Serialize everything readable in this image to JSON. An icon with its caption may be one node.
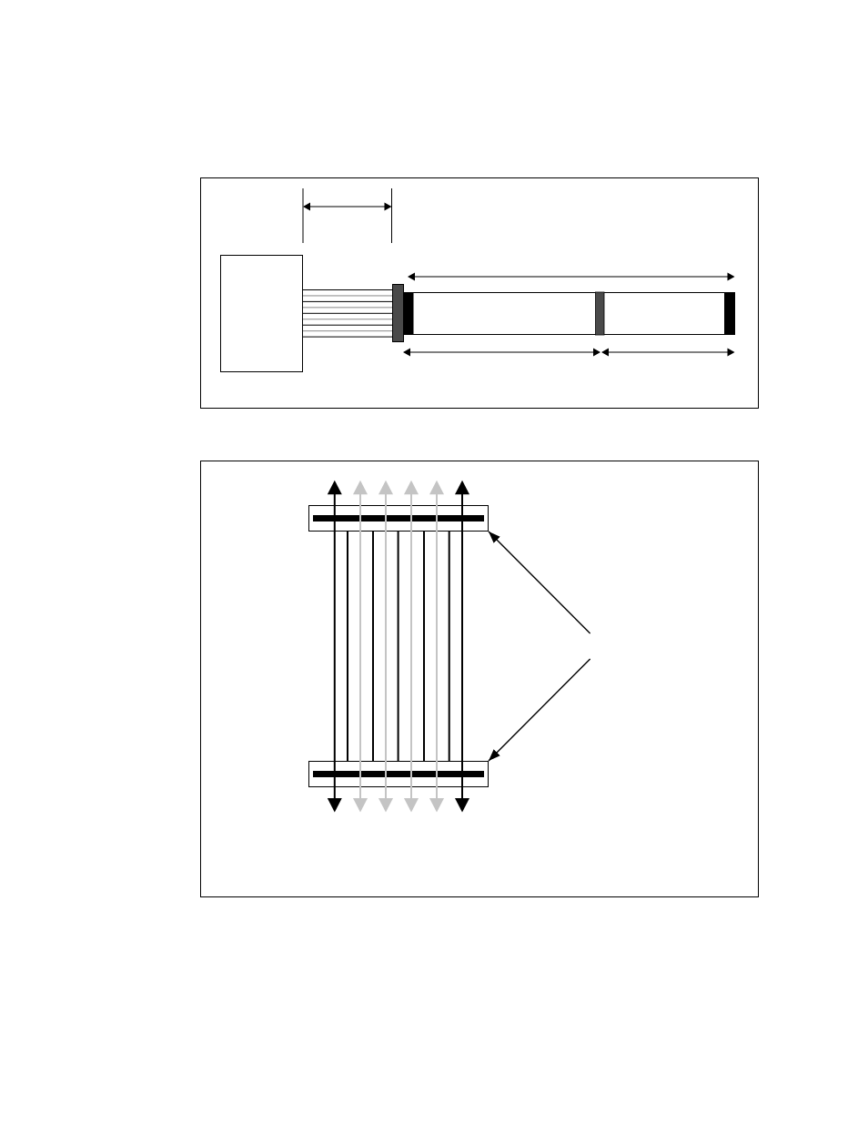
{
  "diagram": {
    "nodes": [
      {
        "text": [],
        "shape": "box"
      },
      {
        "text": [],
        "shape": "box",
        "in": 0
      },
      {
        "text": [],
        "shape": "bar",
        "in": 0
      },
      {
        "text": [],
        "shape": "box"
      },
      {
        "text": [],
        "shape": "box",
        "in": 3
      },
      {
        "text": [],
        "shape": "box",
        "in": 3
      }
    ],
    "edges": [
      {
        "from": 1,
        "to": 2,
        "arrow": "none"
      },
      {
        "from": 4,
        "to": 5,
        "arrow": "none"
      },
      {
        "from": 4,
        "to": 5,
        "arrow": "none"
      },
      {
        "from": 4,
        "to": 5,
        "arrow": "none"
      },
      {
        "from": 4,
        "to": 5,
        "arrow": "none"
      },
      {
        "from": 4,
        "to": 5,
        "arrow": "none"
      },
      {
        "from": null,
        "to": 4,
        "arrow": "to"
      },
      {
        "from": null,
        "to": 5,
        "arrow": "to"
      }
    ]
  }
}
